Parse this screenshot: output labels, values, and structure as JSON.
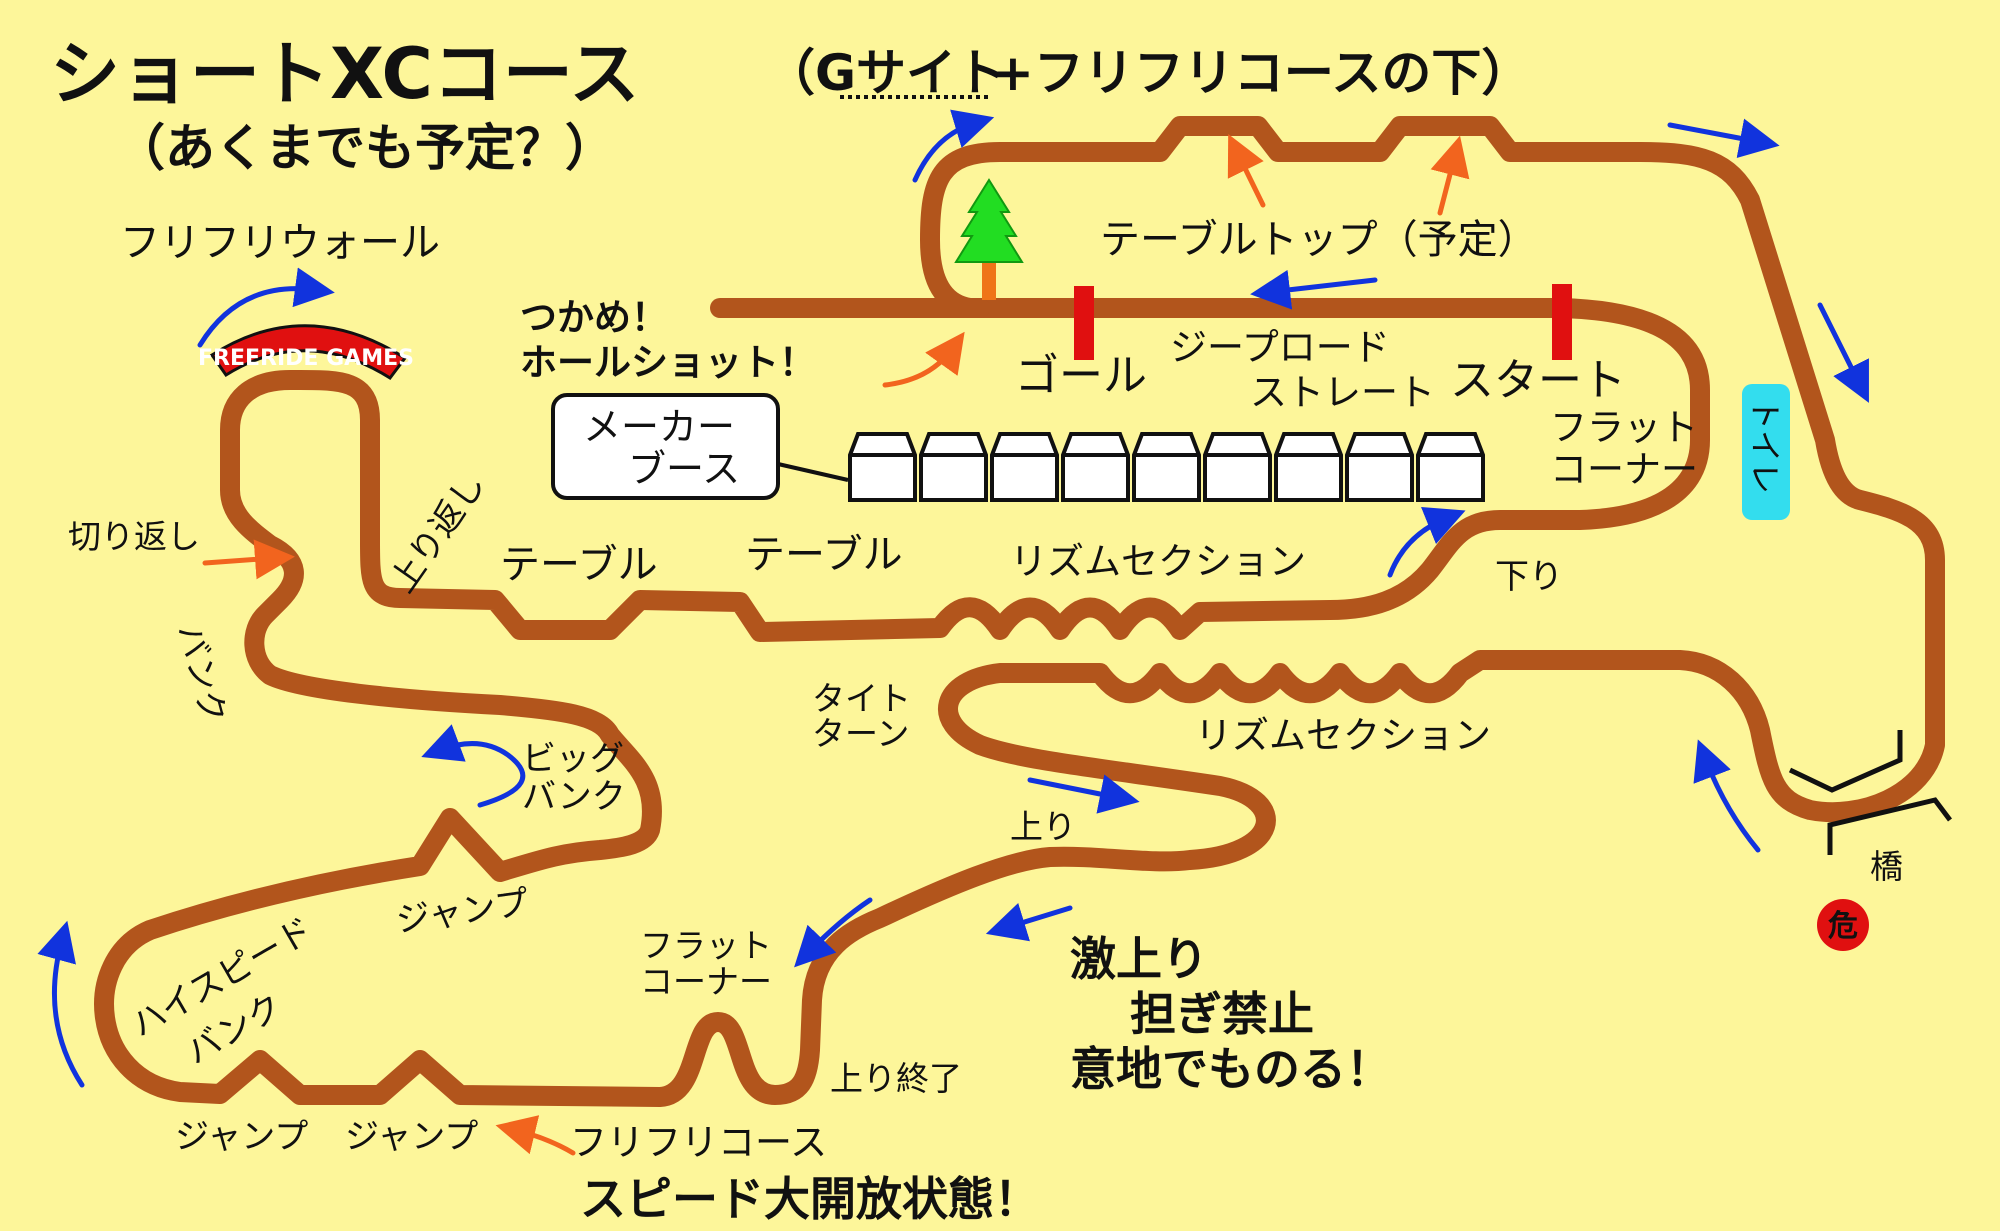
{
  "title": {
    "main": "ショートXCコース",
    "paren_open": "（",
    "underlined": "Gサイト",
    "rest": "+フリフリコースの下）",
    "sub": "（あくまでも予定？）"
  },
  "logo_text": "FREERIDE GAMES",
  "labels": {
    "wall": "フリフリウォール",
    "kirikaeshi": "切り返し",
    "bank": "バンク",
    "noborikaeshi": "上り返し",
    "table1": "テーブル",
    "table2": "テーブル",
    "rhythm1": "リズムセクション",
    "rhythm2": "リズムセクション",
    "tight1": "タイト",
    "tight2": "ターン",
    "big1": "ビッグ",
    "big2": "バンク",
    "jump_mid": "ジャンプ",
    "high1": "ハイスピード",
    "high2": "バンク",
    "jump1": "ジャンプ",
    "jump2": "ジャンプ",
    "furifuri_course": "フリフリコース",
    "speed_open": "スピード大開放状態！",
    "flat_lower1": "フラット",
    "flat_lower2": "コーナー",
    "climb_end": "上り終了",
    "up": "上り",
    "steep1": "激上り",
    "steep2": "担ぎ禁止",
    "steep3": "意地でものる！",
    "down": "下り",
    "flat_upper1": "フラット",
    "flat_upper2": "コーナー",
    "start": "スタート",
    "goal": "ゴール",
    "jeep1": "ジープロード",
    "jeep2": "ストレート",
    "tabletop": "テーブルトップ（予定）",
    "holeshot1": "つかめ！",
    "holeshot2": "ホールショット！",
    "maker1": "メーカー",
    "maker2": "ブース",
    "toilet": "トイレ",
    "bridge": "橋",
    "danger": "危"
  },
  "colors": {
    "background": "#fdf69a",
    "track": "#b2551c",
    "blue_arrow": "#1133dd",
    "orange_arrow": "#f2641e",
    "marker_red": "#e01010",
    "toilet_fill": "#33ddee",
    "tree_green": "#22dd22",
    "tree_trunk": "#ef7418"
  }
}
